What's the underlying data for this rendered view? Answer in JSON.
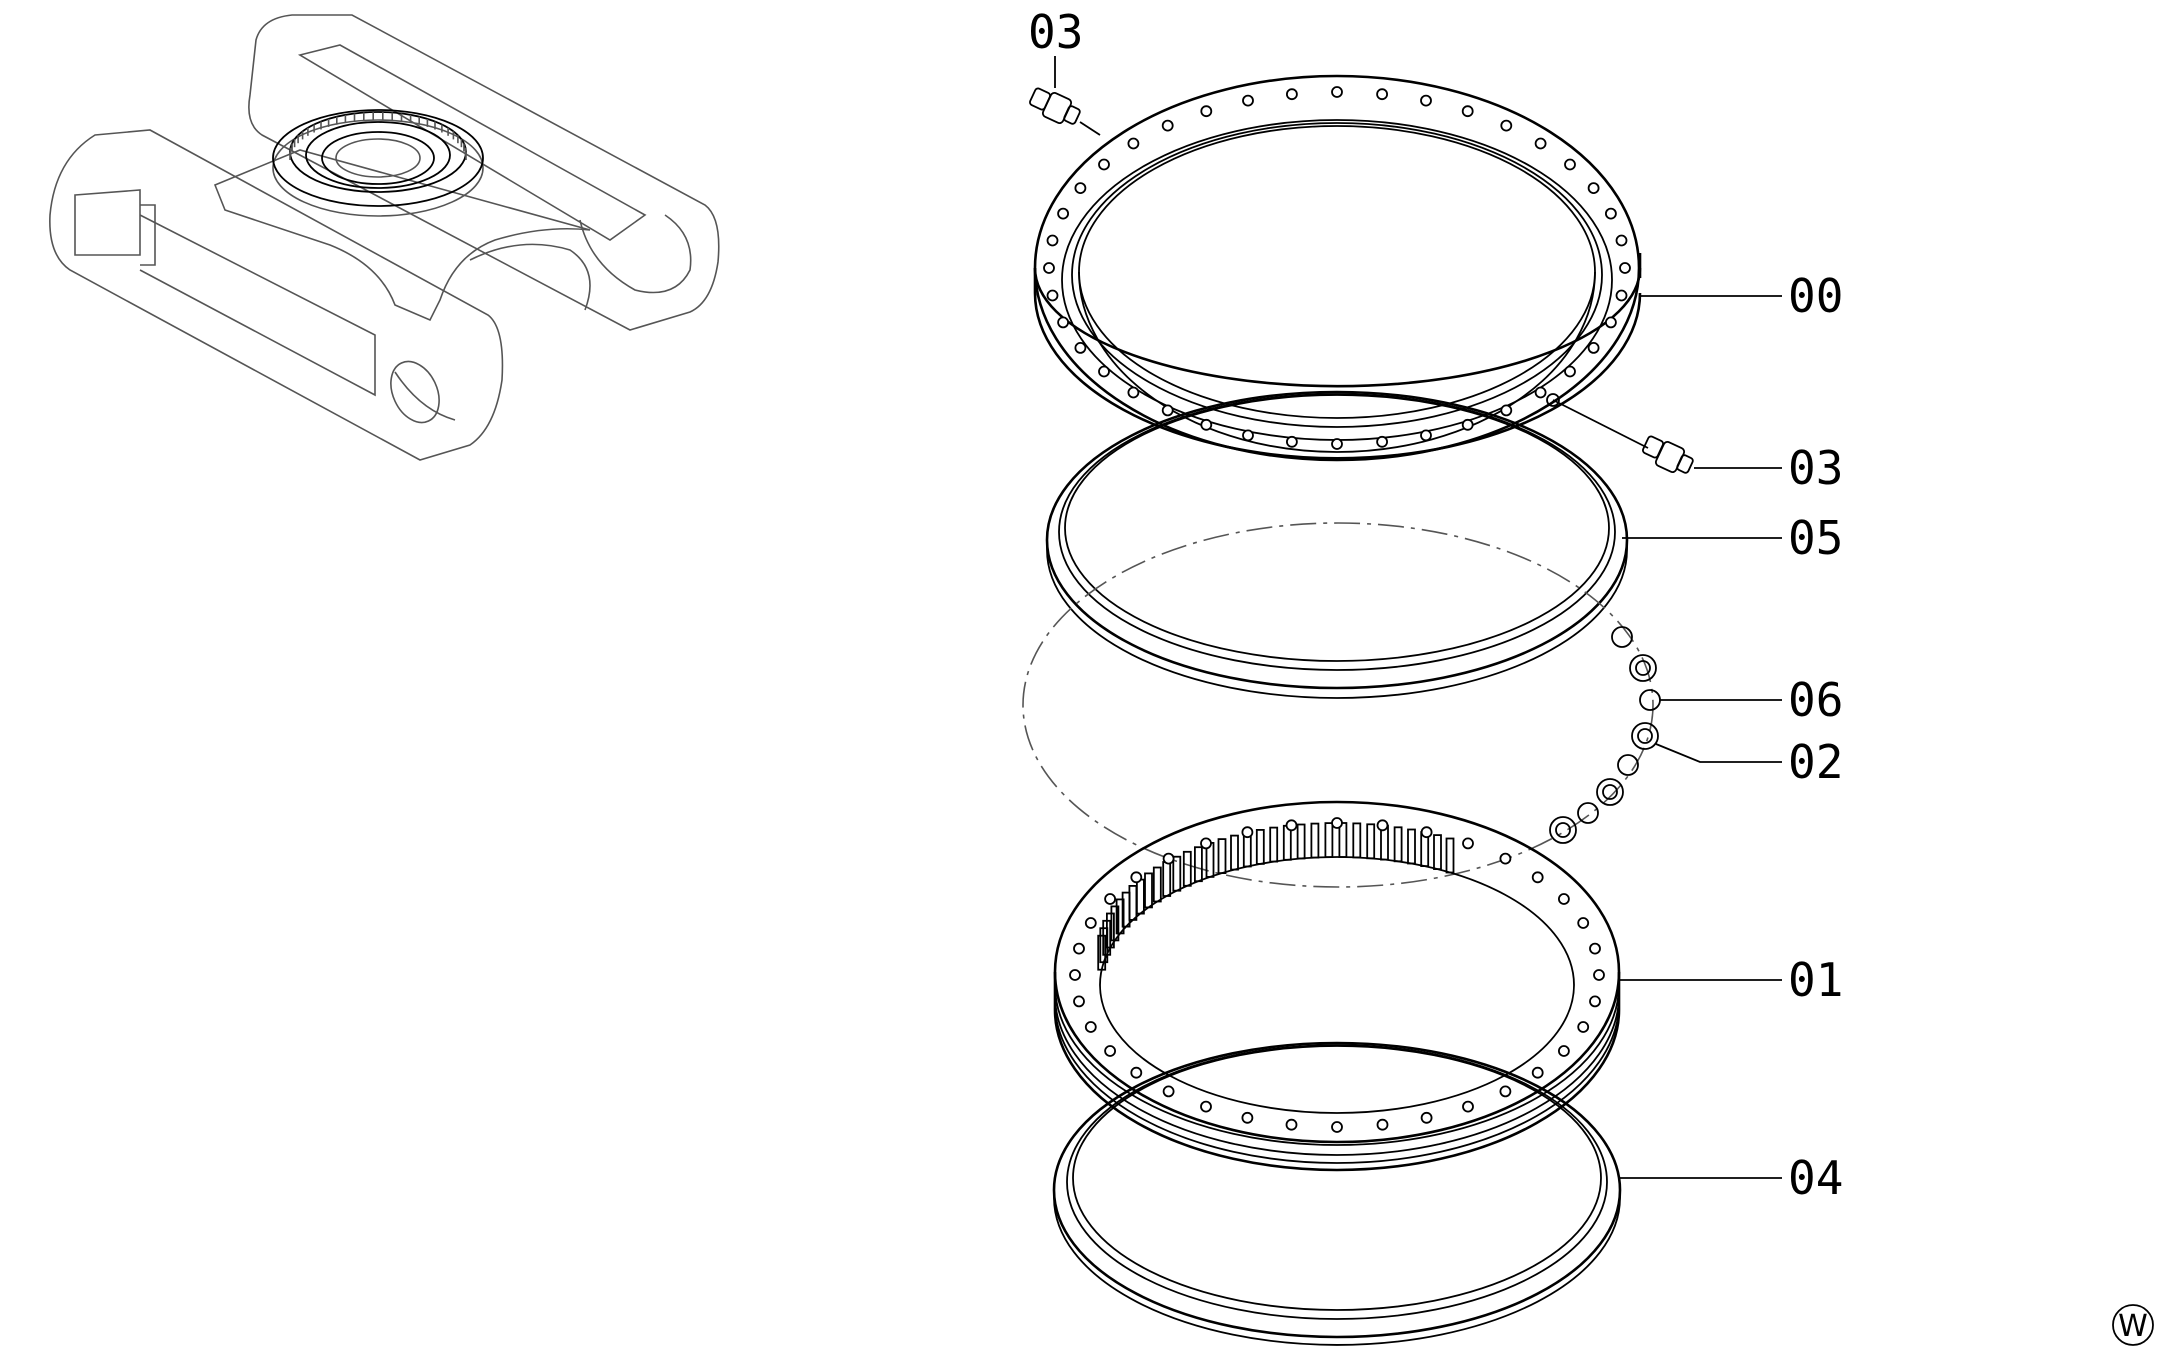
{
  "labels": {
    "part_00": "00",
    "part_01": "01",
    "part_02": "02",
    "part_03_top": "03",
    "part_03_right": "03",
    "part_04": "04",
    "part_05": "05",
    "part_06": "06"
  },
  "corner_badge": "W",
  "colors": {
    "line": "#000000",
    "ghost": "#555555",
    "background": "#ffffff"
  }
}
